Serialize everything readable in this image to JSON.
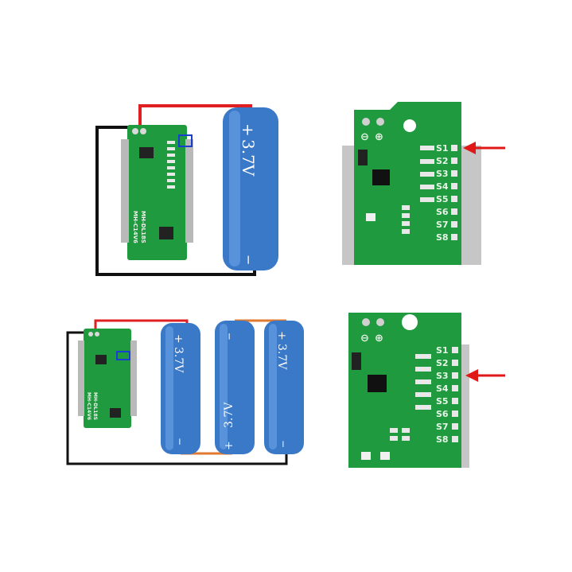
{
  "colors": {
    "pcb": "#1f9a3e",
    "pcb_dark": "#167a30",
    "battery": "#3a78c8",
    "battery_light": "#6aa3e6",
    "wire_red": "#e02020",
    "wire_black": "#111111",
    "link_orange": "#e07a30",
    "arrow": "#e01818",
    "highlight_box": "#1a3fd0"
  },
  "top_left": {
    "battery_voltage": "3.7V",
    "battery_plus": "+",
    "battery_minus": "−",
    "board_label": "MH-DL18S",
    "board_label2": "MH-C14V6"
  },
  "top_right": {
    "pins": [
      "S1",
      "S2",
      "S3",
      "S4",
      "S5",
      "S6",
      "S7",
      "S8"
    ],
    "arrow_target": "S1",
    "minus_symbol": "⊖",
    "plus_symbol": "⊕"
  },
  "bottom_left": {
    "batteries": [
      {
        "plus": "+",
        "voltage": "3.7V",
        "minus": "−",
        "orientation": "up"
      },
      {
        "plus": "+",
        "voltage": "3.7V",
        "minus": "−",
        "orientation": "down"
      },
      {
        "plus": "+",
        "voltage": "3.7V",
        "minus": "−",
        "orientation": "up"
      }
    ],
    "board_label": "MH-DL18S",
    "board_label2": "MH-C14V6"
  },
  "bottom_right": {
    "pins": [
      "S1",
      "S2",
      "S3",
      "S4",
      "S5",
      "S6",
      "S7",
      "S8"
    ],
    "arrow_target": "S3",
    "minus_symbol": "⊖",
    "plus_symbol": "⊕"
  }
}
